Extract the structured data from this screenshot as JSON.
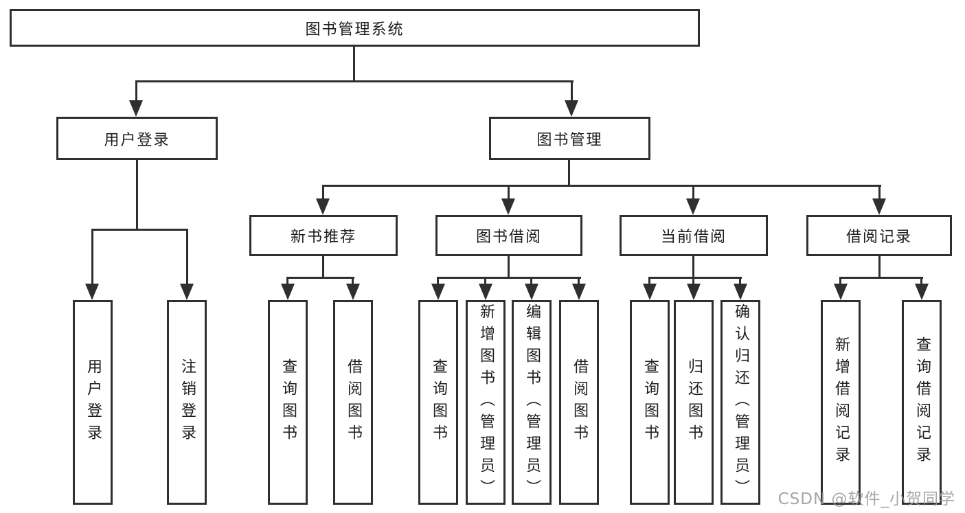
{
  "tree": {
    "root": "图书管理系统",
    "branches": [
      {
        "label": "用户登录",
        "children": [
          "用户登录",
          "注销登录"
        ]
      },
      {
        "label": "图书管理",
        "children": [
          {
            "label": "新书推荐",
            "children": [
              "查询图书",
              "借阅图书"
            ]
          },
          {
            "label": "图书借阅",
            "children": [
              "查询图书",
              "新增图书（管理员）",
              "编辑图书（管理员）",
              "借阅图书"
            ]
          },
          {
            "label": "当前借阅",
            "children": [
              "查询图书",
              "归还图书",
              "确认归还（管理员）"
            ]
          },
          {
            "label": "借阅记录",
            "children": [
              "新增借阅记录",
              "查询借阅记录"
            ]
          }
        ]
      }
    ]
  },
  "watermark": {
    "text": "CSDN @软件_小贺同学"
  },
  "colors": {
    "line": "#2f2f2f",
    "text": "#1d1d1d",
    "watermark": "#a9a9a9",
    "background": "#ffffff"
  }
}
